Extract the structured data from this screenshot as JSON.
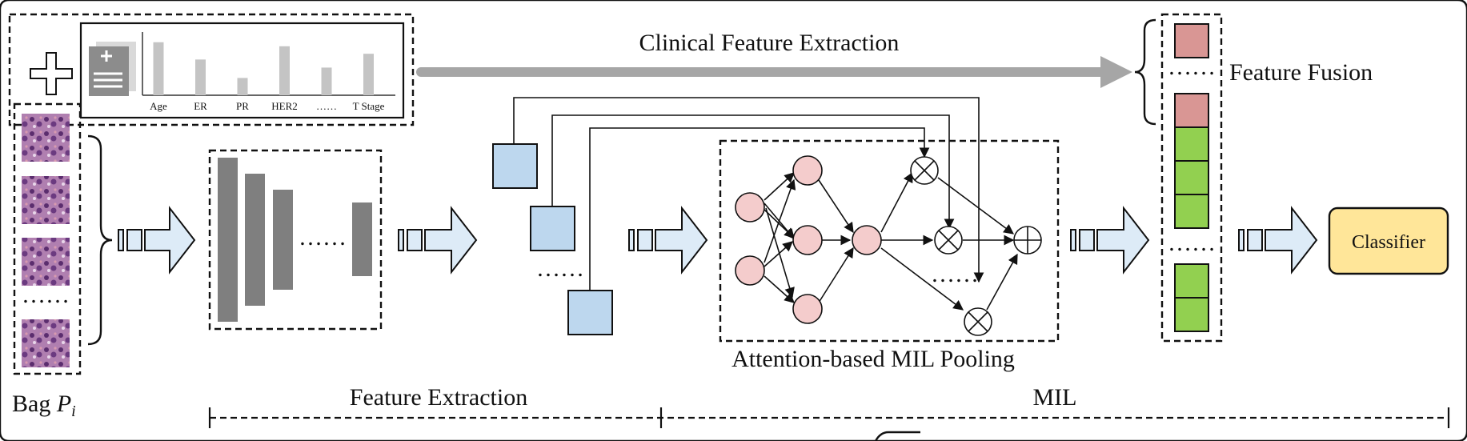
{
  "clinical_chart": {
    "categories": [
      "Age",
      "ER",
      "PR",
      "HER2",
      "……",
      "T Stage"
    ],
    "values": [
      0.92,
      0.62,
      0.3,
      0.85,
      0.48,
      0.72
    ],
    "bar_color": "#c4c4c4"
  },
  "labels": {
    "clinical_feature_extraction": "Clinical Feature Extraction",
    "feature_fusion": "Feature Fusion",
    "attention_pooling": "Attention-based MIL Pooling",
    "bag_prefix": "Bag ",
    "bag_var": "P",
    "bag_sub": "i",
    "feature_extraction": "Feature Extraction",
    "mil": "MIL",
    "classifier": "Classifier",
    "ellipsis": "……",
    "ellipsis_long": "……"
  },
  "colors": {
    "feature_blue": "#bdd7ee",
    "node_pink": "#f4cccc",
    "clinical_red": "#d99694",
    "image_green": "#92d050",
    "classifier_yellow": "#ffe699",
    "arrow_fill": "#ddebf7",
    "gray_bar": "#7f7f7f",
    "thick_arrow": "#a6a6a6"
  },
  "icons": [
    "plus-icon",
    "document-icon",
    "cross-multiply-icon",
    "plus-circle-icon"
  ]
}
